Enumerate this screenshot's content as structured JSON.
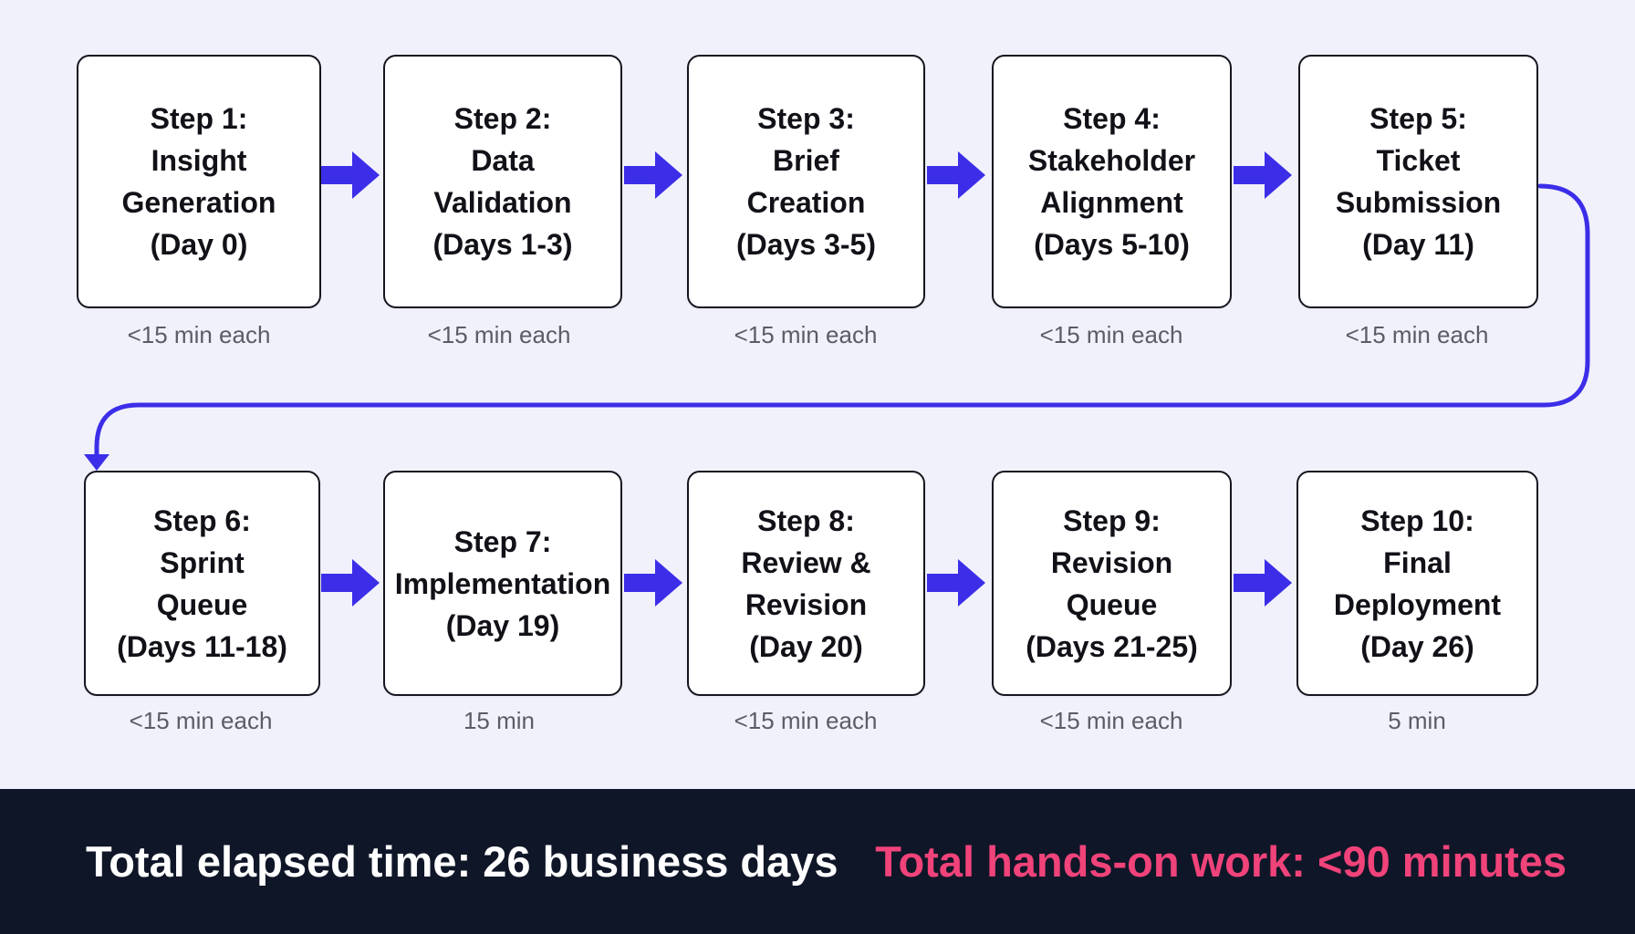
{
  "steps": [
    {
      "lines": [
        "Step 1:",
        "Insight",
        "Generation",
        "(Day 0)"
      ],
      "caption": "<15 min each"
    },
    {
      "lines": [
        "Step 2:",
        "Data",
        "Validation",
        "(Days 1-3)"
      ],
      "caption": "<15 min each"
    },
    {
      "lines": [
        "Step 3:",
        "Brief",
        "Creation",
        "(Days 3-5)"
      ],
      "caption": "<15 min each"
    },
    {
      "lines": [
        "Step 4:",
        "Stakeholder",
        "Alignment",
        "(Days 5-10)"
      ],
      "caption": "<15 min each"
    },
    {
      "lines": [
        "Step 5:",
        "Ticket",
        "Submission",
        "(Day 11)"
      ],
      "caption": "<15 min each"
    },
    {
      "lines": [
        "Step 6:",
        "Sprint",
        "Queue",
        "(Days 11-18)"
      ],
      "caption": "<15 min each"
    },
    {
      "lines": [
        "Step 7:",
        "Implementation",
        "(Day 19)"
      ],
      "caption": "15 min"
    },
    {
      "lines": [
        "Step 8:",
        "Review &",
        "Revision",
        "(Day 20)"
      ],
      "caption": "<15 min each"
    },
    {
      "lines": [
        "Step 9:",
        "Revision",
        "Queue",
        "(Days 21-25)"
      ],
      "caption": "<15 min each"
    },
    {
      "lines": [
        "Step 10:",
        "Final",
        "Deployment",
        "(Day 26)"
      ],
      "caption": "5 min"
    }
  ],
  "footer": {
    "total_elapsed": "Total elapsed time: 26 business days",
    "total_hands_on": "Total hands-on work: <90 minutes"
  },
  "colors": {
    "arrow": "#3c2ee8",
    "box_border": "#15151f",
    "caption": "#5c5c66",
    "footer_bg": "#0f1628",
    "footer_left_text": "#ffffff",
    "footer_right_text": "#f0437a",
    "canvas_bg": "#f1f1fb"
  }
}
